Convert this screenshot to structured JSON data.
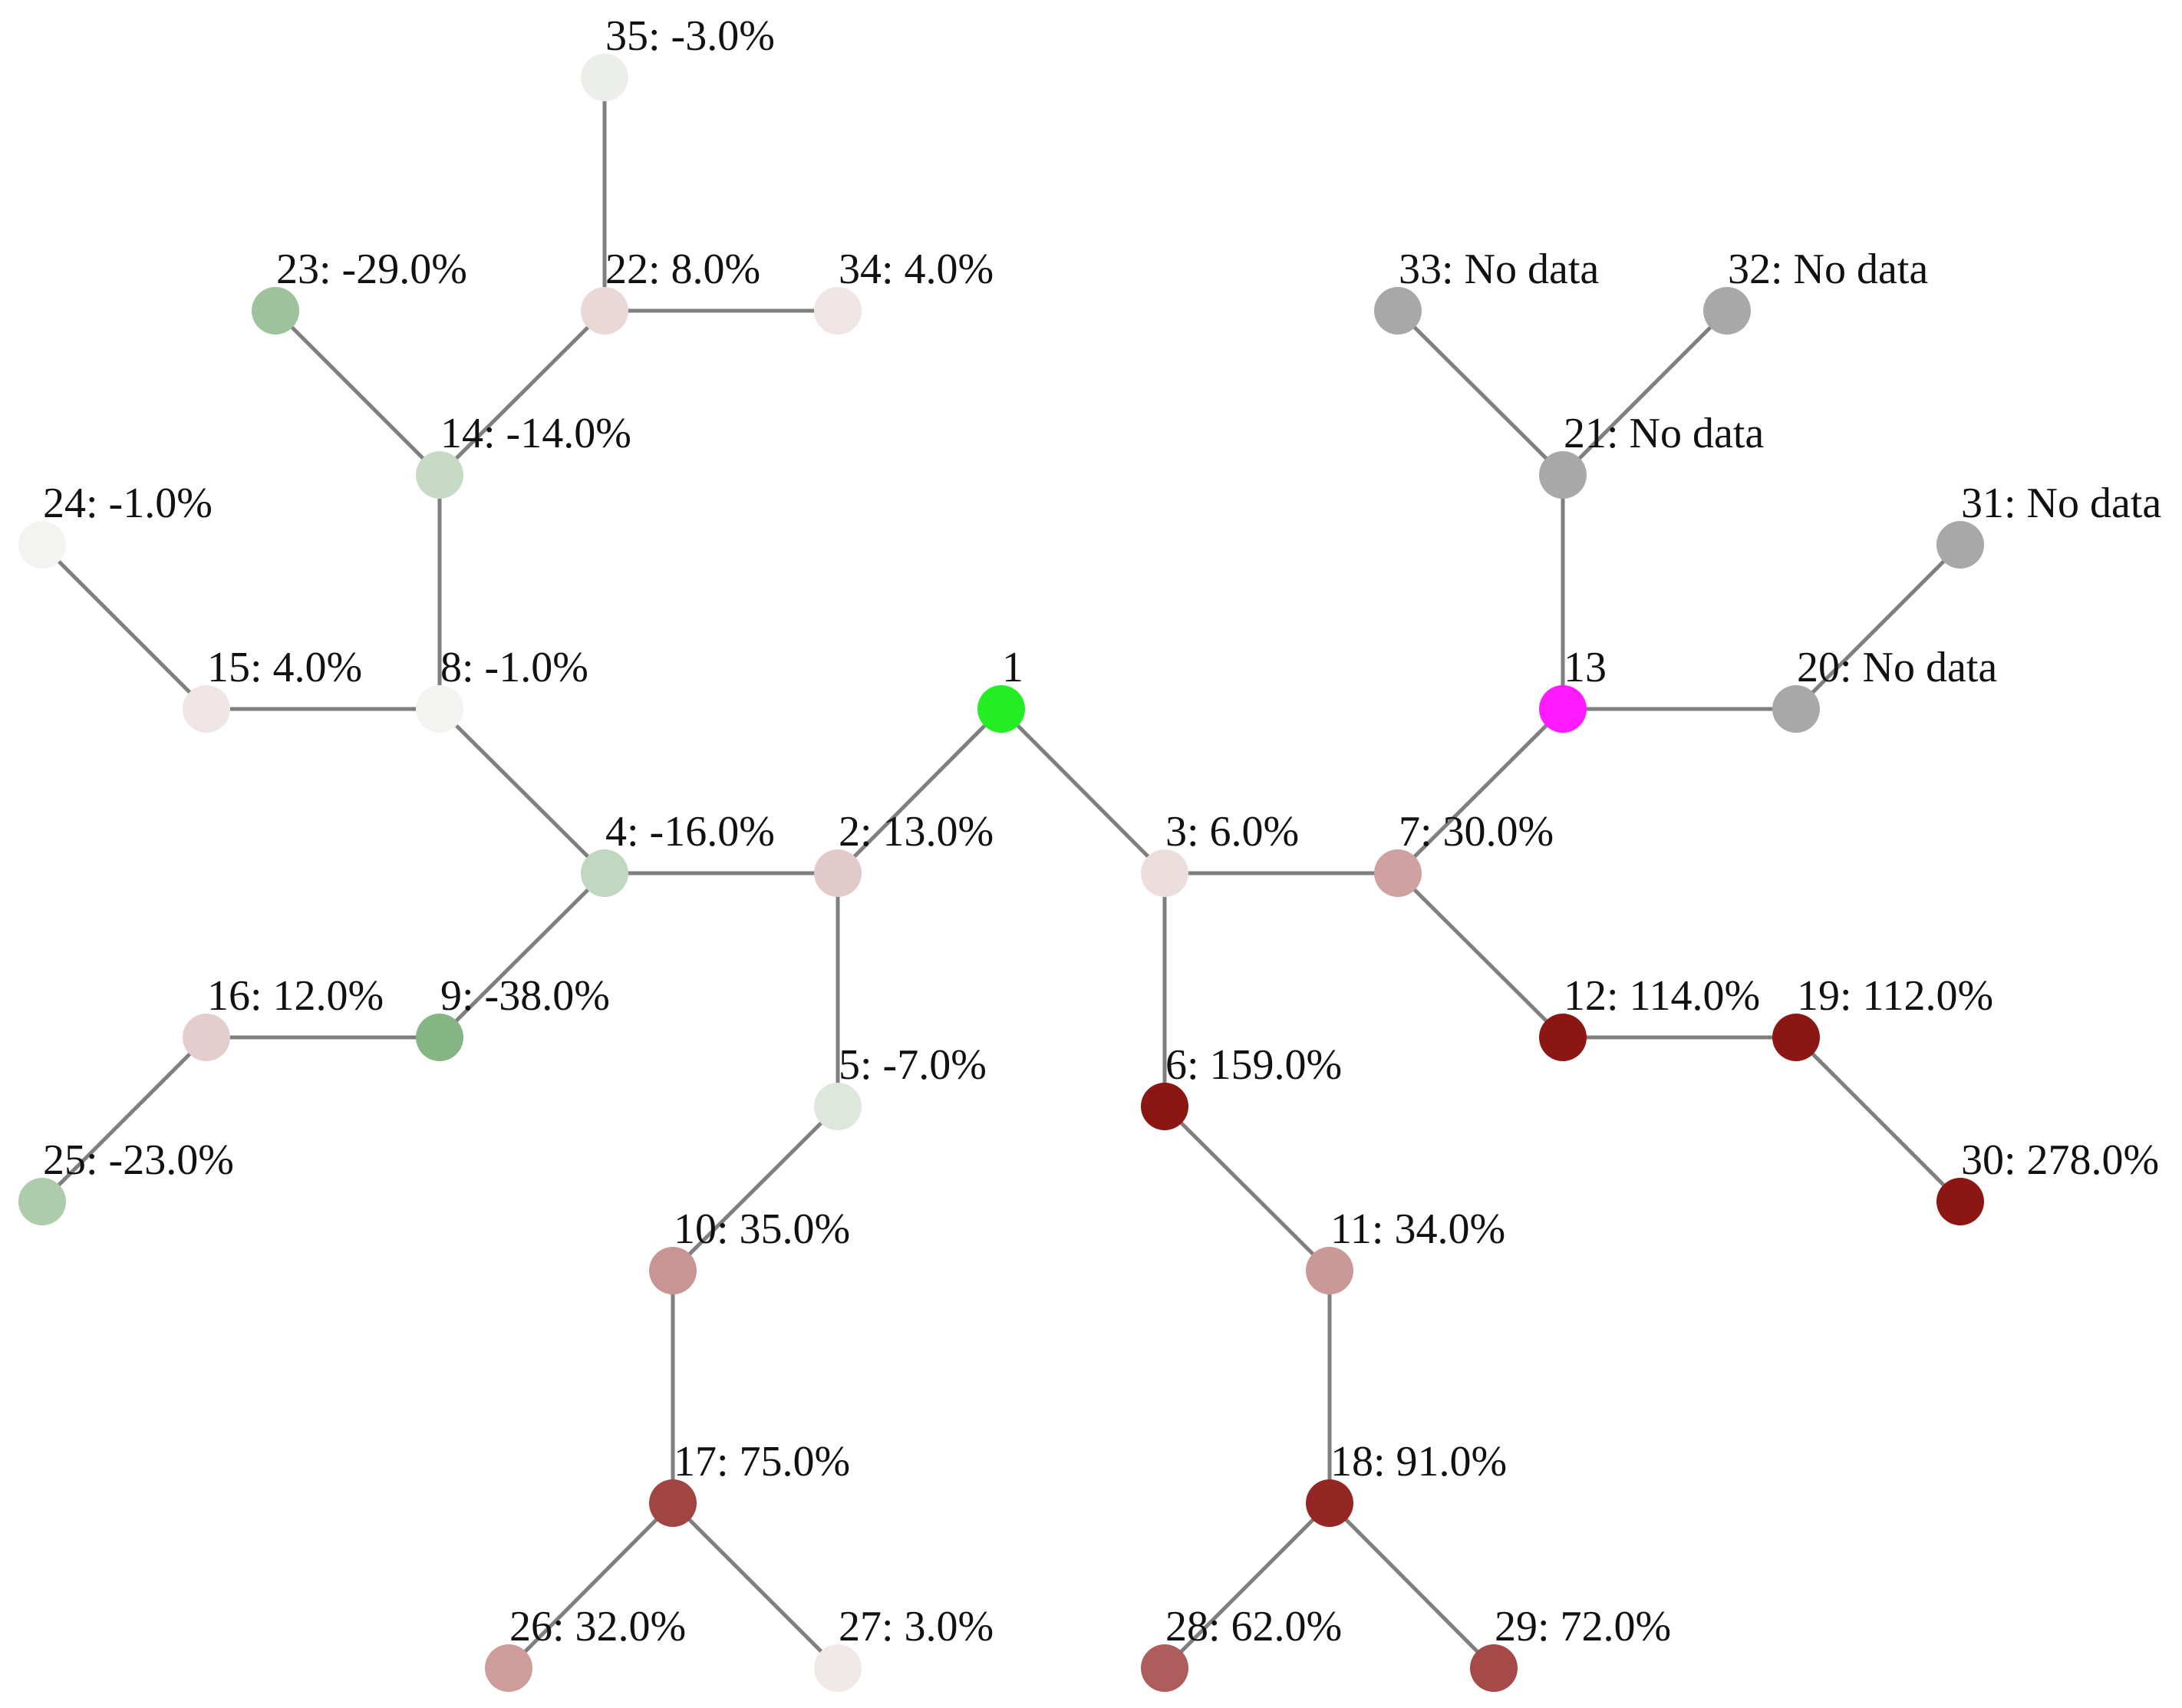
{
  "colors": {
    "edge": "#7f7f7f",
    "root": "#22ee22",
    "hub": "#ff1aff",
    "no_data": "#a8a8a8"
  },
  "nodes": [
    {
      "id": "1",
      "label": "1",
      "value": null,
      "kind": "root"
    },
    {
      "id": "2",
      "label": "2: 13.0%",
      "value": 13.0
    },
    {
      "id": "3",
      "label": "3: 6.0%",
      "value": 6.0
    },
    {
      "id": "4",
      "label": "4: -16.0%",
      "value": -16.0
    },
    {
      "id": "5",
      "label": "5: -7.0%",
      "value": -7.0
    },
    {
      "id": "6",
      "label": "6: 159.0%",
      "value": 159.0
    },
    {
      "id": "7",
      "label": "7: 30.0%",
      "value": 30.0
    },
    {
      "id": "8",
      "label": "8: -1.0%",
      "value": -1.0
    },
    {
      "id": "9",
      "label": "9: -38.0%",
      "value": -38.0
    },
    {
      "id": "10",
      "label": "10: 35.0%",
      "value": 35.0
    },
    {
      "id": "11",
      "label": "11: 34.0%",
      "value": 34.0
    },
    {
      "id": "12",
      "label": "12: 114.0%",
      "value": 114.0
    },
    {
      "id": "13",
      "label": "13",
      "value": null,
      "kind": "hub"
    },
    {
      "id": "14",
      "label": "14: -14.0%",
      "value": -14.0
    },
    {
      "id": "15",
      "label": "15: 4.0%",
      "value": 4.0
    },
    {
      "id": "16",
      "label": "16: 12.0%",
      "value": 12.0
    },
    {
      "id": "17",
      "label": "17: 75.0%",
      "value": 75.0
    },
    {
      "id": "18",
      "label": "18: 91.0%",
      "value": 91.0
    },
    {
      "id": "19",
      "label": "19: 112.0%",
      "value": 112.0
    },
    {
      "id": "20",
      "label": "20: No data",
      "value": null,
      "kind": "no_data"
    },
    {
      "id": "21",
      "label": "21: No data",
      "value": null,
      "kind": "no_data"
    },
    {
      "id": "22",
      "label": "22: 8.0%",
      "value": 8.0
    },
    {
      "id": "23",
      "label": "23: -29.0%",
      "value": -29.0
    },
    {
      "id": "24",
      "label": "24: -1.0%",
      "value": -1.0
    },
    {
      "id": "25",
      "label": "25: -23.0%",
      "value": -23.0
    },
    {
      "id": "26",
      "label": "26: 32.0%",
      "value": 32.0
    },
    {
      "id": "27",
      "label": "27: 3.0%",
      "value": 3.0
    },
    {
      "id": "28",
      "label": "28: 62.0%",
      "value": 62.0
    },
    {
      "id": "29",
      "label": "29: 72.0%",
      "value": 72.0
    },
    {
      "id": "30",
      "label": "30: 278.0%",
      "value": 278.0
    },
    {
      "id": "31",
      "label": "31: No data",
      "value": null,
      "kind": "no_data"
    },
    {
      "id": "32",
      "label": "32: No data",
      "value": null,
      "kind": "no_data"
    },
    {
      "id": "33",
      "label": "33: No data",
      "value": null,
      "kind": "no_data"
    },
    {
      "id": "34",
      "label": "34: 4.0%",
      "value": 4.0
    },
    {
      "id": "35",
      "label": "35: -3.0%",
      "value": -3.0
    }
  ],
  "edges": [
    [
      "1",
      "2"
    ],
    [
      "1",
      "3"
    ],
    [
      "2",
      "4"
    ],
    [
      "2",
      "5"
    ],
    [
      "3",
      "6"
    ],
    [
      "3",
      "7"
    ],
    [
      "4",
      "8"
    ],
    [
      "4",
      "9"
    ],
    [
      "5",
      "10"
    ],
    [
      "6",
      "11"
    ],
    [
      "7",
      "12"
    ],
    [
      "7",
      "13"
    ],
    [
      "8",
      "14"
    ],
    [
      "8",
      "15"
    ],
    [
      "9",
      "16"
    ],
    [
      "10",
      "17"
    ],
    [
      "11",
      "18"
    ],
    [
      "12",
      "19"
    ],
    [
      "13",
      "20"
    ],
    [
      "13",
      "21"
    ],
    [
      "14",
      "22"
    ],
    [
      "14",
      "23"
    ],
    [
      "15",
      "24"
    ],
    [
      "16",
      "25"
    ],
    [
      "17",
      "26"
    ],
    [
      "17",
      "27"
    ],
    [
      "18",
      "28"
    ],
    [
      "18",
      "29"
    ],
    [
      "19",
      "30"
    ],
    [
      "20",
      "31"
    ],
    [
      "21",
      "32"
    ],
    [
      "21",
      "33"
    ],
    [
      "22",
      "34"
    ],
    [
      "22",
      "35"
    ]
  ]
}
